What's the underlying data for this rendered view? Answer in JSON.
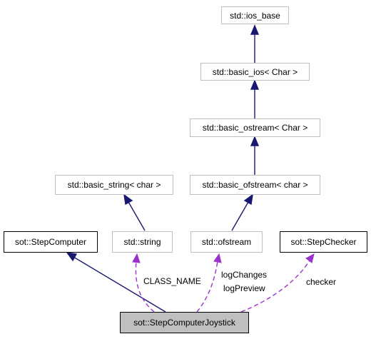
{
  "colors": {
    "inheritance": "#191970",
    "usage": "#9a32cd",
    "node_border_external": "#bfbfbf",
    "node_border_documented": "#000000",
    "current_node_fill": "#bfbfbf"
  },
  "nodes": {
    "ios_base": "std::ios_base",
    "basic_ios": "std::basic_ios< Char >",
    "basic_ostream": "std::basic_ostream< Char >",
    "basic_string": "std::basic_string< char >",
    "basic_ofstream": "std::basic_ofstream< char >",
    "step_computer": "sot::StepComputer",
    "string": "std::string",
    "ofstream": "std::ofstream",
    "step_checker": "sot::StepChecker",
    "step_computer_joystick": "sot::StepComputerJoystick"
  },
  "edge_labels": {
    "class_name": "CLASS_NAME",
    "log_changes": "logChanges",
    "log_preview": "logPreview",
    "checker": "checker"
  }
}
